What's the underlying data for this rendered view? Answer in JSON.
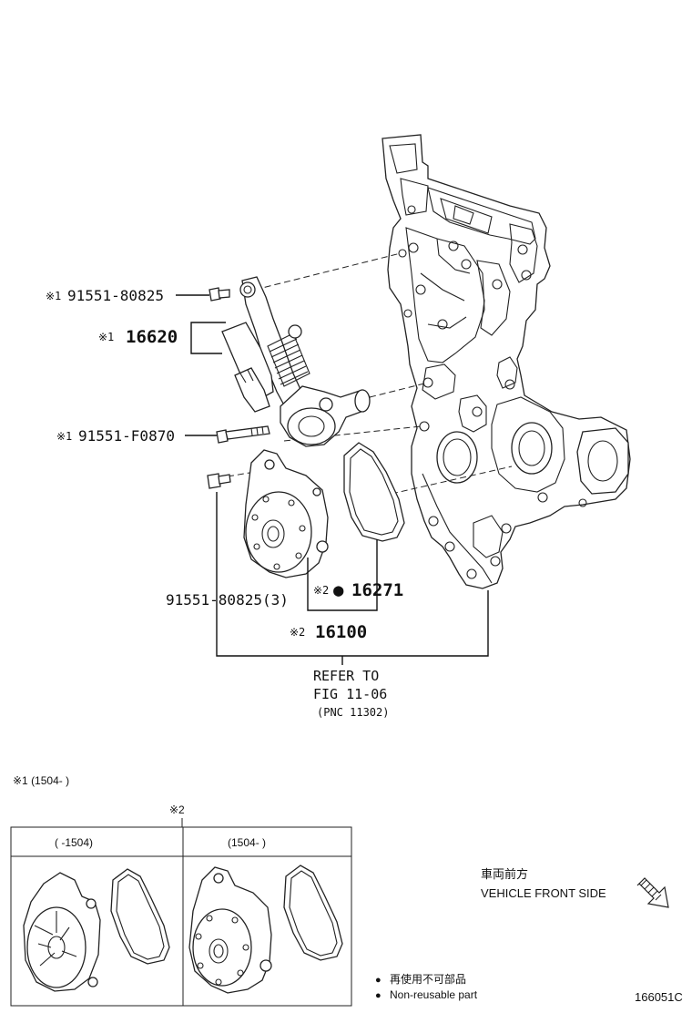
{
  "callouts": {
    "bolt_top": {
      "mark": "※1",
      "number": "91551-80825"
    },
    "tensioner": {
      "mark": "※1",
      "number": "16620"
    },
    "bolt_mid": {
      "mark": "※1",
      "number": "91551-F0870"
    },
    "bolt_pump": {
      "number": "91551-80825(3)"
    },
    "gasket": {
      "mark": "※2",
      "bullet": "●",
      "number": "16271"
    },
    "pump": {
      "mark": "※2",
      "number": "16100"
    }
  },
  "refer": {
    "line1": "REFER TO",
    "line2": "FIG 11-06",
    "line3": "(PNC 11302)"
  },
  "notes": {
    "note1": "※1 (1504-      )",
    "note2_mark": "※2",
    "col1_header": "(      -1504)",
    "col2_header": "(1504-      )"
  },
  "orientation": {
    "jp": "車両前方",
    "en": "VEHICLE FRONT SIDE"
  },
  "legend": {
    "bullet": "●",
    "jp": "再使用不可部品",
    "en": "Non-reusable part"
  },
  "figure_code": "166051C"
}
